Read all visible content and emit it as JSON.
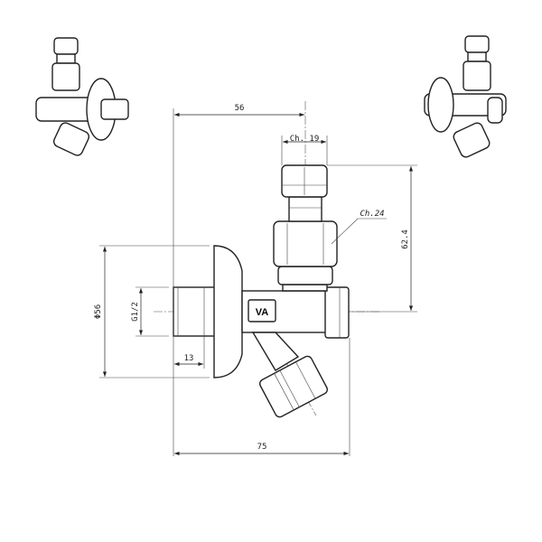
{
  "drawing": {
    "body_marking": "VA",
    "dimensions": {
      "overall_width_to_axis": "56",
      "top_nut_wrench": "Ch. 19",
      "body_nut_wrench": "Ch.24",
      "height": "62.4",
      "flange_diameter": "Φ56",
      "thread": "G1/2",
      "thread_length": "13",
      "overall_width": "75"
    }
  }
}
